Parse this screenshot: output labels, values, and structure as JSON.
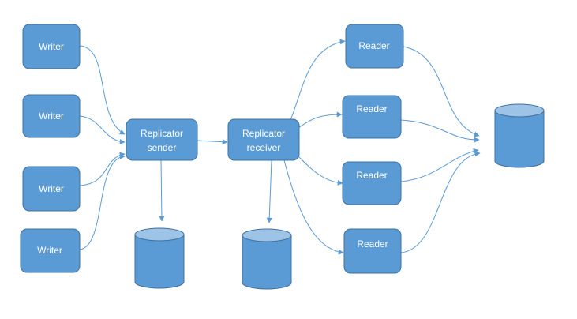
{
  "colors": {
    "box_fill": "#5b9bd5",
    "box_stroke": "#41719c",
    "edge": "#5b9bd5",
    "cylinder_top": "#9dc3e6",
    "text": "#ffffff"
  },
  "labels": {
    "writer_1": "Writer",
    "writer_2": "Writer",
    "writer_3": "Writer",
    "writer_4": "Writer",
    "sender_line1": "Replicator",
    "sender_line2": "sender",
    "receiver_line1": "Replicator",
    "receiver_line2": "receiver",
    "reader_1": "Reader",
    "reader_2": "Reader",
    "reader_3": "Reader",
    "reader_4": "Reader"
  }
}
